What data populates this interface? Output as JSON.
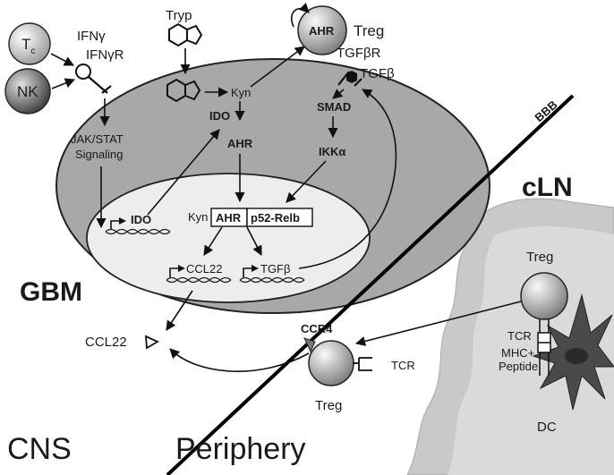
{
  "cells": {
    "tc": {
      "main": "T",
      "sub": "c"
    },
    "nk": "NK",
    "treg_ahr_label": "AHR",
    "treg_top": "Treg",
    "treg_cln": "Treg",
    "treg_periphery": "Treg",
    "dc": "DC"
  },
  "ligands": {
    "ifng": "IFNγ",
    "ifngr": "IFNγR",
    "tryp": "Tryp",
    "tgfbr": "TGFβR",
    "tgfb": "TGFβ"
  },
  "gbm_cell": {
    "kyn": "Kyn",
    "ido": "IDO",
    "ahr": "AHR",
    "smad": "SMAD",
    "ikka": "IKKα",
    "jak_stat_line1": "JAK/STAT",
    "jak_stat_line2": "Signaling"
  },
  "nucleus": {
    "ido_gene": "IDO",
    "kyn": "Kyn",
    "ahr_box": "AHR",
    "p52_box": "p52-Relb",
    "ccl22_gene": "CCL22",
    "tgfb_gene": "TGFβ"
  },
  "labels": {
    "gbm": "GBM",
    "ccl22_secreted": "CCL22",
    "bbb": "BBB",
    "cln": "cLN",
    "cns": "CNS",
    "periphery": "Periphery",
    "ccr4": "CCR4",
    "tcr_periphery": "TCR",
    "tcr_cln": "TCR",
    "mhc_line1": "MHC+",
    "mhc_line2": "Peptide"
  }
}
